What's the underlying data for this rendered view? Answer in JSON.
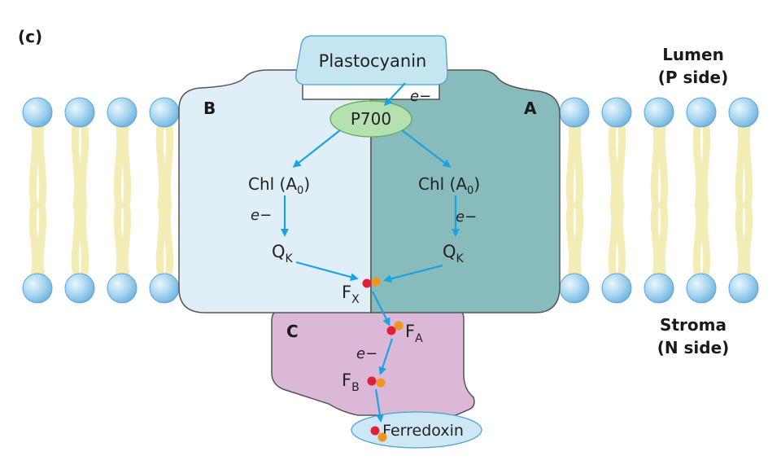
{
  "panel_label": "(c)",
  "regions": {
    "lumen_line1": "Lumen",
    "lumen_line2": "(P side)",
    "stroma_line1": "Stroma",
    "stroma_line2": "(N side)"
  },
  "subunits": {
    "b": "B",
    "a": "A",
    "c": "C"
  },
  "molecules": {
    "plastocyanin": "Plastocyanin",
    "p700": "P700",
    "ferredoxin": "Ferredoxin",
    "chl_left": {
      "main": "Chl (A",
      "sub": "0",
      "end": ")"
    },
    "chl_right": {
      "main": "Chl (A",
      "sub": "0",
      "end": ")"
    },
    "qk_left": {
      "main": "Q",
      "sub": "K"
    },
    "qk_right": {
      "main": "Q",
      "sub": "K"
    },
    "fx": {
      "main": "F",
      "sub": "X"
    },
    "fa": {
      "main": "F",
      "sub": "A"
    },
    "fb": {
      "main": "F",
      "sub": "B"
    }
  },
  "electron_labels": {
    "top": "e−",
    "left": "e−",
    "right": "e−",
    "bottom": "e−"
  },
  "colors": {
    "arrow": "#1aa3e0",
    "subunit_b": "#e0eef8",
    "subunit_a": "#88bcbc",
    "subunit_c": "#dbb8d8",
    "plastocyanin": "#c5e6f0",
    "p700": "#b5e0b0",
    "ferredoxin": "#cde8f4",
    "lipid_head": "#9fd0ee",
    "lipid_tail": "#f3ecb4",
    "iron": "#e0203a",
    "sulfur": "#f29420"
  }
}
